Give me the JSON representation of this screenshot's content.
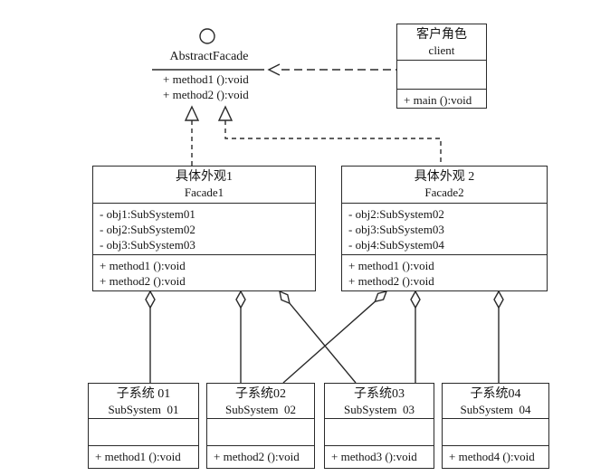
{
  "colors": {
    "line": "#2a2a2a",
    "bg": "#ffffff",
    "text": "#151515"
  },
  "interface": {
    "name": "AbstractFacade",
    "methods": [
      "+ method1 ():void",
      "+ method2 ():void"
    ]
  },
  "client": {
    "title_cn": "客户角色",
    "title_en": "client",
    "method": "+ main ():void"
  },
  "facade1": {
    "title_cn": "具体外观1",
    "title_en": "Facade1",
    "attributes": [
      "- obj1:SubSystem01",
      "- obj2:SubSystem02",
      "- obj3:SubSystem03"
    ],
    "methods": [
      "+ method1 ():void",
      "+ method2 ():void"
    ]
  },
  "facade2": {
    "title_cn": "具体外观 2",
    "title_en": "Facade2",
    "attributes": [
      "- obj2:SubSystem02",
      "- obj3:SubSystem03",
      "- obj4:SubSystem04"
    ],
    "methods": [
      "+ method1 ():void",
      "+ method2 ():void"
    ]
  },
  "subsystems": [
    {
      "title_cn": "子系统 01",
      "title_en": "SubSystem  01",
      "method": "+ method1 ():void"
    },
    {
      "title_cn": "子系统02",
      "title_en": "SubSystem  02",
      "method": "+ method2 ():void"
    },
    {
      "title_cn": "子系统03",
      "title_en": "SubSystem  03",
      "method": "+ method3 ():void"
    },
    {
      "title_cn": "子系统04",
      "title_en": "SubSystem  04",
      "method": "+ method4 ():void"
    }
  ]
}
